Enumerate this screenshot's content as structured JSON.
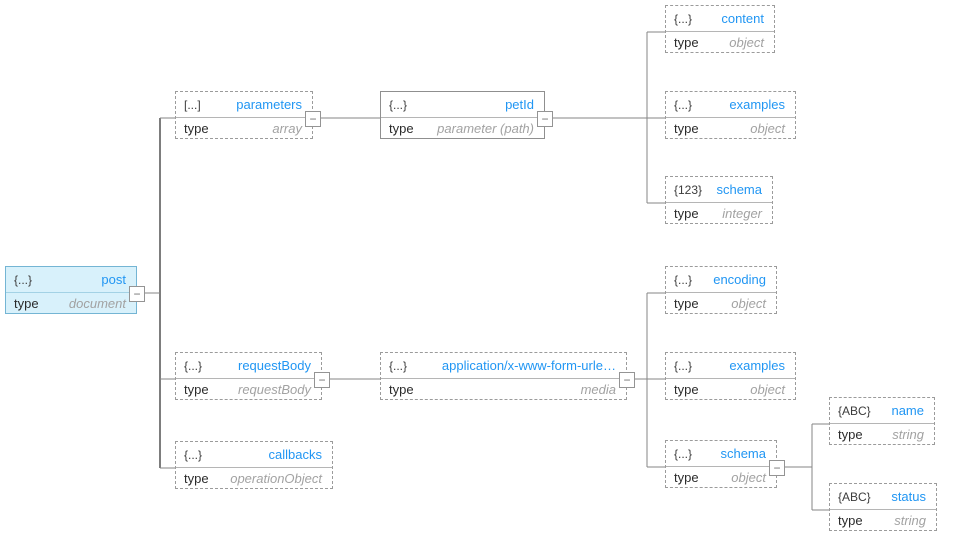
{
  "ui": {
    "collapse_glyph": "−"
  },
  "colors": {
    "accent_blue": "#2196f3",
    "selected_fill": "#d8f1fb",
    "selected_border": "#74b5d4",
    "connector_line": "#7f7f7f",
    "muted_value": "#a2a2a2"
  },
  "nodes": [
    {
      "name": "post",
      "icon": "{...}",
      "type_label": "type",
      "type_value": "document"
    },
    {
      "name": "parameters",
      "icon": "[...]",
      "type_label": "type",
      "type_value": "array"
    },
    {
      "name": "petId",
      "icon": "{...}",
      "type_label": "type",
      "type_value": "parameter (path)"
    },
    {
      "name": "content",
      "icon": "{...}",
      "type_label": "type",
      "type_value": "object"
    },
    {
      "name": "examples",
      "icon": "{...}",
      "type_label": "type",
      "type_value": "object"
    },
    {
      "name": "schema",
      "icon": "{123}",
      "type_label": "type",
      "type_value": "integer"
    },
    {
      "name": "requestBody",
      "icon": "{...}",
      "type_label": "type",
      "type_value": "requestBody"
    },
    {
      "name": "application/x-www-form-urle…",
      "icon": "{...}",
      "type_label": "type",
      "type_value": "media"
    },
    {
      "name": "callbacks",
      "icon": "{...}",
      "type_label": "type",
      "type_value": "operationObject"
    },
    {
      "name": "encoding",
      "icon": "{...}",
      "type_label": "type",
      "type_value": "object"
    },
    {
      "name": "examples",
      "icon": "{...}",
      "type_label": "type",
      "type_value": "object"
    },
    {
      "name": "schema",
      "icon": "{...}",
      "type_label": "type",
      "type_value": "object"
    },
    {
      "name": "name",
      "icon": "{ABC}",
      "type_label": "type",
      "type_value": "string"
    },
    {
      "name": "status",
      "icon": "{ABC}",
      "type_label": "type",
      "type_value": "string"
    }
  ]
}
